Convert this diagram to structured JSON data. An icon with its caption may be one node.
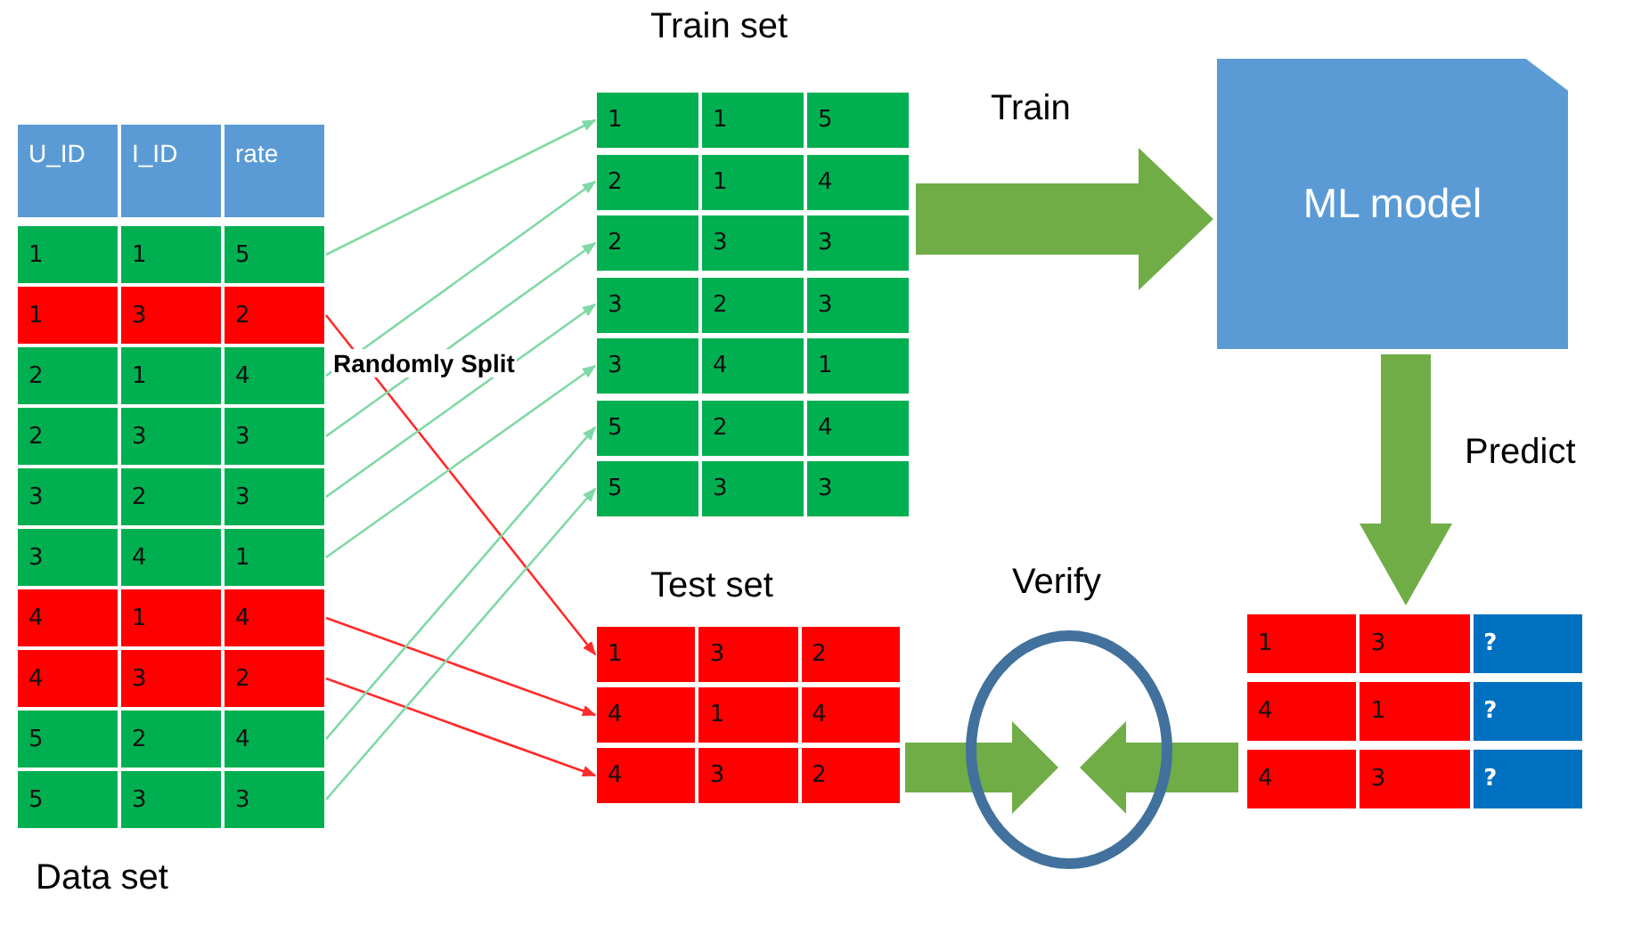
{
  "diagram": {
    "nodes": [
      {
        "text": [
          "Data set"
        ]
      },
      {
        "text": [
          "U_ID",
          "I_ID",
          "rate"
        ],
        "in": 0
      },
      {
        "text": [
          "1",
          "1",
          "5"
        ],
        "in": 0
      },
      {
        "text": [
          "1",
          "3",
          "2"
        ],
        "in": 0
      },
      {
        "text": [
          "2",
          "1",
          "4"
        ],
        "in": 0
      },
      {
        "text": [
          "2",
          "3",
          "3"
        ],
        "in": 0
      },
      {
        "text": [
          "3",
          "2",
          "3"
        ],
        "in": 0
      },
      {
        "text": [
          "3",
          "4",
          "1"
        ],
        "in": 0
      },
      {
        "text": [
          "4",
          "1",
          "4"
        ],
        "in": 0
      },
      {
        "text": [
          "4",
          "3",
          "2"
        ],
        "in": 0
      },
      {
        "text": [
          "5",
          "2",
          "4"
        ],
        "in": 0
      },
      {
        "text": [
          "5",
          "3",
          "3"
        ],
        "in": 0
      },
      {
        "text": [
          "Train set"
        ]
      },
      {
        "text": [
          "1",
          "1",
          "5"
        ],
        "in": 12
      },
      {
        "text": [
          "2",
          "1",
          "4"
        ],
        "in": 12
      },
      {
        "text": [
          "2",
          "3",
          "3"
        ],
        "in": 12
      },
      {
        "text": [
          "3",
          "2",
          "3"
        ],
        "in": 12
      },
      {
        "text": [
          "3",
          "4",
          "1"
        ],
        "in": 12
      },
      {
        "text": [
          "5",
          "2",
          "4"
        ],
        "in": 12
      },
      {
        "text": [
          "5",
          "3",
          "3"
        ],
        "in": 12
      },
      {
        "text": [
          "Test set"
        ]
      },
      {
        "text": [
          "1",
          "3",
          "2"
        ],
        "in": 20
      },
      {
        "text": [
          "4",
          "1",
          "4"
        ],
        "in": 20
      },
      {
        "text": [
          "4",
          "3",
          "2"
        ],
        "in": 20
      },
      {
        "text": [
          "ML model"
        ]
      },
      {
        "text": [],
        "shape": "box"
      },
      {
        "text": [
          "1",
          "3",
          "?"
        ],
        "in": 25
      },
      {
        "text": [
          "4",
          "1",
          "?"
        ],
        "in": 25
      },
      {
        "text": [
          "4",
          "3",
          "?"
        ],
        "in": 25
      },
      {
        "text": [
          "Verify"
        ]
      }
    ],
    "edges": [
      {
        "from": 2,
        "to": 13,
        "arrow": "to"
      },
      {
        "from": 3,
        "to": 21,
        "arrow": "to",
        "color": "#ff2a2a"
      },
      {
        "from": 4,
        "to": 14,
        "arrow": "to"
      },
      {
        "from": 5,
        "to": 15,
        "arrow": "to"
      },
      {
        "from": 6,
        "to": 16,
        "arrow": "to"
      },
      {
        "from": 7,
        "to": 17,
        "arrow": "to"
      },
      {
        "from": 8,
        "to": 22,
        "arrow": "to",
        "color": "#ff2a2a"
      },
      {
        "from": 9,
        "to": 23,
        "arrow": "to",
        "color": "#ff2a2a"
      },
      {
        "from": 10,
        "to": 18,
        "arrow": "to"
      },
      {
        "from": 11,
        "to": 19,
        "arrow": "to"
      },
      {
        "from": 12,
        "to": 24,
        "arrow": "to",
        "label": "Train",
        "style": "thick",
        "color": "#70ad47"
      },
      {
        "from": 24,
        "to": 25,
        "arrow": "to",
        "label": "Predict",
        "style": "thick",
        "color": "#70ad47"
      },
      {
        "from": 20,
        "to": 29,
        "arrow": "to",
        "style": "thick",
        "color": "#70ad47"
      },
      {
        "from": 25,
        "to": 29,
        "arrow": "to",
        "style": "thick",
        "color": "#70ad47"
      }
    ],
    "labels": [
      "Randomly Split"
    ]
  }
}
